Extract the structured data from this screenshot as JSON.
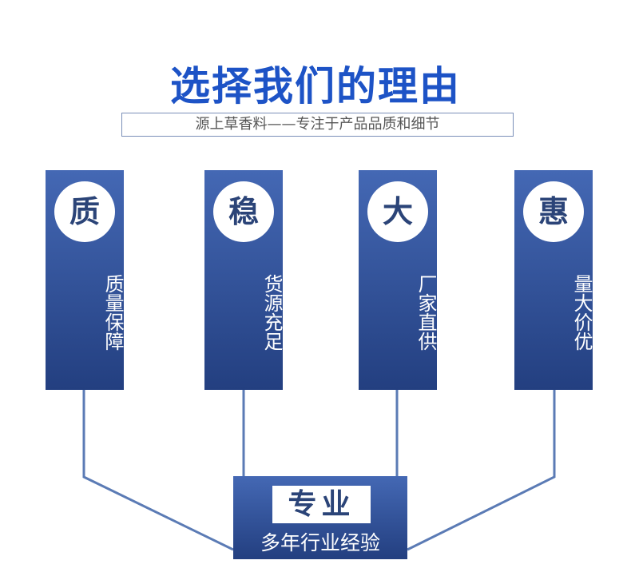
{
  "title": "选择我们的理由",
  "subtitle": "源上草香料——专注于产品品质和细节",
  "columns": [
    {
      "badge": "质",
      "text": "质量保障"
    },
    {
      "badge": "稳",
      "text": "货源充足"
    },
    {
      "badge": "大",
      "text": "厂家直供"
    },
    {
      "badge": "惠",
      "text": "量大价优"
    }
  ],
  "center": {
    "label": "专业",
    "text": "多年行业经验"
  },
  "colors": {
    "title": "#1d53c6",
    "panel_top": "#4468b4",
    "panel_bottom": "#233f80",
    "line": "#5b7bb5"
  }
}
